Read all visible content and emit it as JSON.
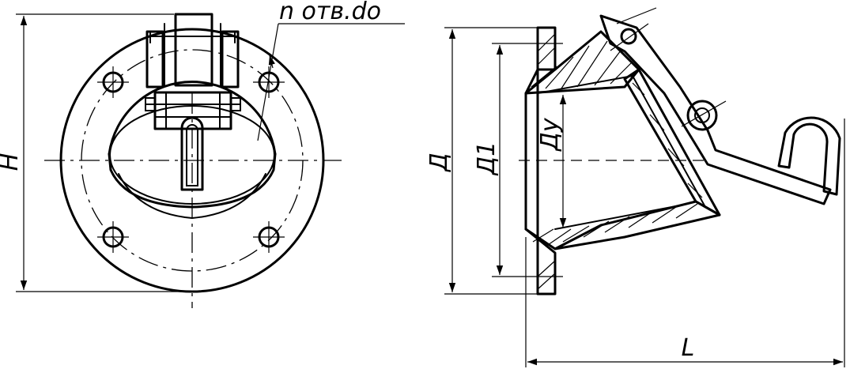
{
  "dimensions": {
    "height_label": "H",
    "holes_label": "n  отв.dо",
    "flange_outer_label": "Д",
    "bolt_circle_label": "Д1",
    "nominal_bore_label": "Ду",
    "length_label": "L"
  }
}
